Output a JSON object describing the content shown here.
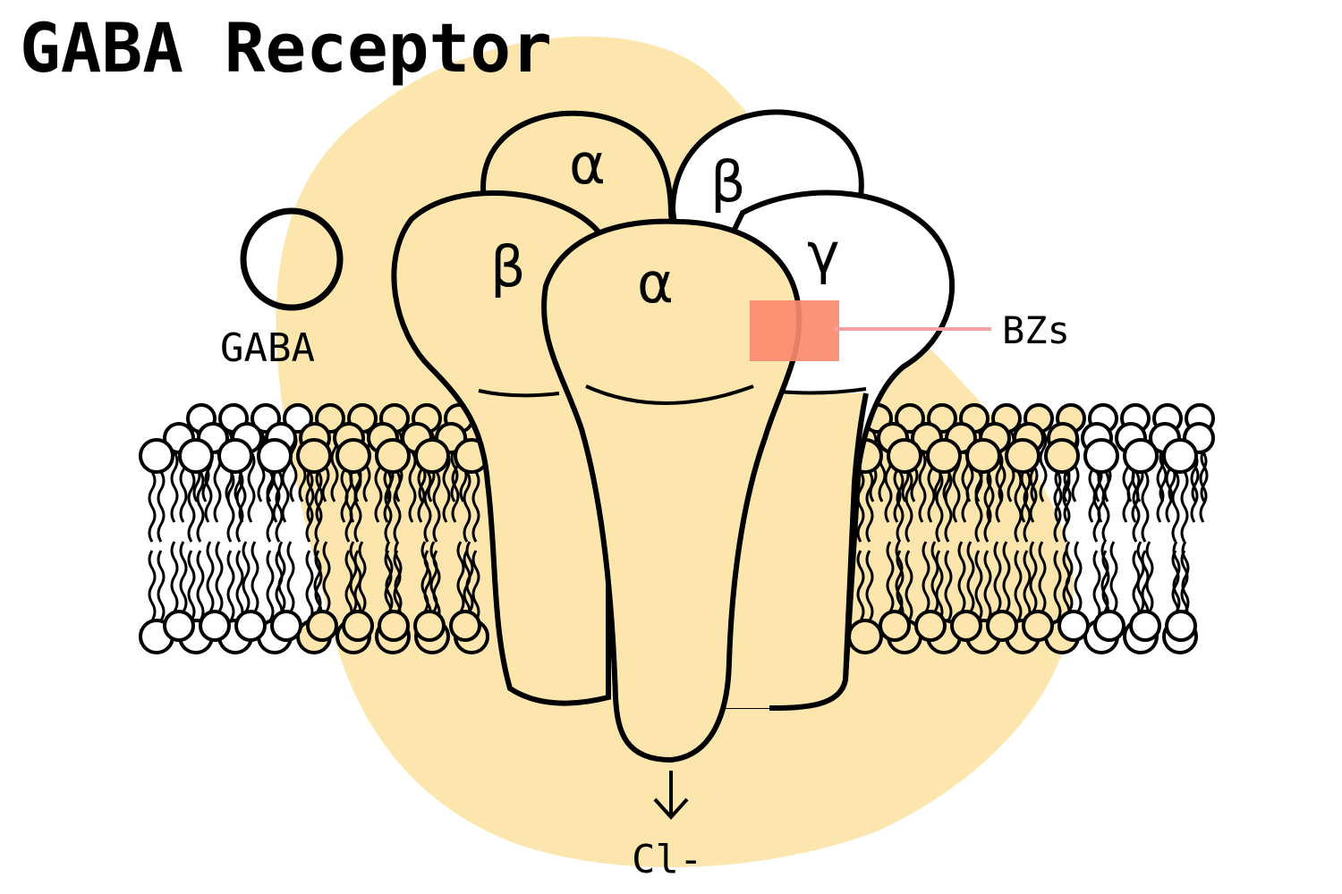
{
  "title": "GABA Receptor",
  "colors": {
    "highlight": "#fde6ae",
    "subunit_fill": "#fde6ae",
    "bz_site": "#fb8a6c",
    "bz_leader": "#f6a1a1",
    "outline": "#000000"
  },
  "ligand": {
    "label": "GABA"
  },
  "subunits": {
    "back_alpha": "α",
    "back_beta": "β",
    "left_beta": "β",
    "front_alpha": "α",
    "gamma": "γ"
  },
  "binding_site": {
    "label": "BZs"
  },
  "ion": {
    "arrow_icon": "down-arrow-icon",
    "label": "Cl-"
  }
}
